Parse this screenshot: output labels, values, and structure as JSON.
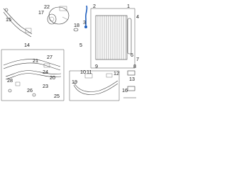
{
  "colors": {
    "line": "#3a3a3a",
    "highlight": "#1f5fbf",
    "text": "#1a1a1a",
    "background": "#ffffff"
  },
  "callouts": {
    "c1": "1",
    "c2": "2",
    "c3": "3",
    "c4": "4",
    "c5": "5",
    "c6": "6",
    "c7": "7",
    "c8": "8",
    "c9": "9",
    "c10": "10",
    "c11": "11",
    "c12": "12",
    "c13": "13",
    "c14": "14",
    "c15": "15",
    "c16": "16",
    "c17": "17",
    "c18": "18",
    "c19": "19",
    "c20": "20",
    "c21": "21",
    "c22": "22",
    "c23": "23",
    "c24": "24",
    "c25": "25",
    "c26": "26",
    "c27": "27",
    "c28": "28"
  },
  "highlighted_part": "highlighted-pressure-sensor-line"
}
